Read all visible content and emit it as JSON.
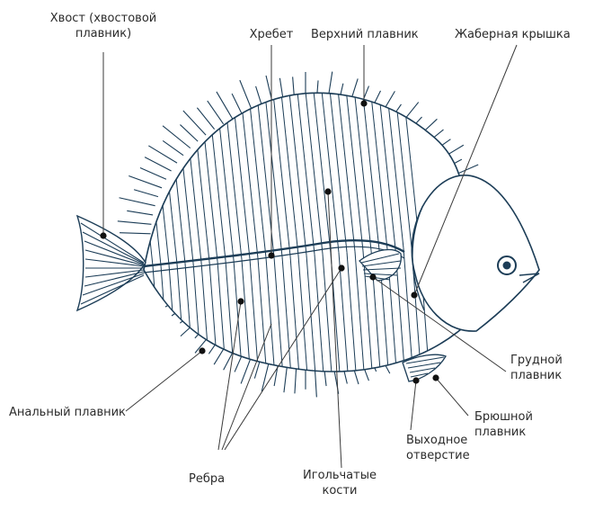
{
  "labels": {
    "tail": "Хвост (хвостовой\nплавник)",
    "spine": "Хребет",
    "dorsal_fin": "Верхний плавник",
    "gill_cover": "Жаберная крышка",
    "pectoral_fin": "Грудной\nплавник",
    "pelvic_fin": "Брюшной\nплавник",
    "anal_opening": "Выходное\nотверстие",
    "intermuscular_bones": "Игольчатые\nкости",
    "ribs": "Ребра",
    "anal_fin": "Анальный плавник"
  },
  "colors": {
    "skeleton": "#1c3d57",
    "leader": "#3a3a3a",
    "text": "#2b2b2b"
  }
}
